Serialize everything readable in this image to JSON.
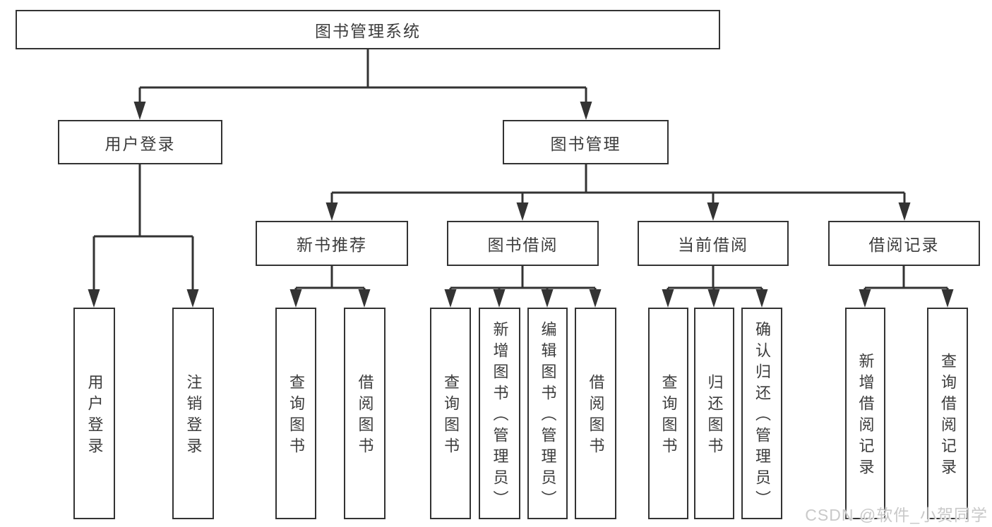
{
  "root": {
    "label": "图书管理系统"
  },
  "level2": {
    "user_login": "用户登录",
    "book_mgmt": "图书管理"
  },
  "level3": {
    "new_books": "新书推荐",
    "book_borrow": "图书借阅",
    "current_borrow": "当前借阅",
    "borrow_records": "借阅记录"
  },
  "leaves": {
    "user_login": [
      "用户登录",
      "注销登录"
    ],
    "new_books": [
      "查询图书",
      "借阅图书"
    ],
    "book_borrow": [
      "查询图书",
      "新增图书（管理员）",
      "编辑图书（管理员）",
      "借阅图书"
    ],
    "current_borrow": [
      "查询图书",
      "归还图书",
      "确认归还（管理员）"
    ],
    "borrow_records": [
      "新增借阅记录",
      "查询借阅记录"
    ]
  },
  "watermark": "CSDN @软件_小贺同学",
  "colors": {
    "line": "#333333",
    "text": "#3c3c3c",
    "watermark": "#c9c9c9",
    "background": "#ffffff"
  }
}
